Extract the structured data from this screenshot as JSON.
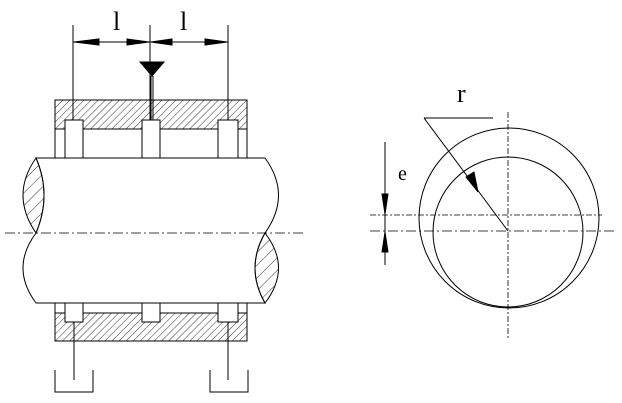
{
  "labels": {
    "spacing_left": "l",
    "spacing_right": "l",
    "radius": "r",
    "eccentricity": "e"
  },
  "colors": {
    "line": "#000000",
    "background": "#ffffff"
  }
}
